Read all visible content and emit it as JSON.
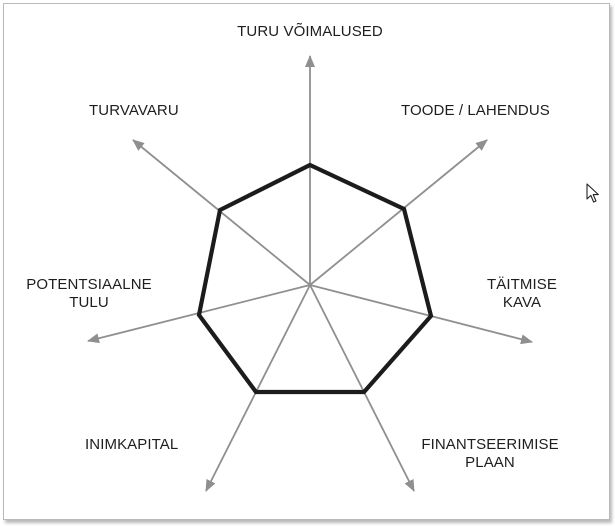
{
  "diagram": {
    "type": "radar",
    "axes": [
      {
        "id": "turu",
        "lines": [
          "TURU VÕIMALUSED"
        ]
      },
      {
        "id": "toode",
        "lines": [
          "TOODE / LAHENDUS"
        ]
      },
      {
        "id": "taitmise",
        "lines": [
          "TÄITMISE",
          "KAVA"
        ]
      },
      {
        "id": "finants",
        "lines": [
          "FINANTSEERIMISE",
          "PLAAN"
        ]
      },
      {
        "id": "inimkapital",
        "lines": [
          "INIMKAPITAL"
        ]
      },
      {
        "id": "potentsiaalne",
        "lines": [
          "POTENTSIAALNE",
          "TULU"
        ]
      },
      {
        "id": "turvavaru",
        "lines": [
          "TURVAVARU"
        ]
      }
    ],
    "colors": {
      "axis": "#8f8f8f",
      "polygon": "#1c1c1c",
      "frame": "#b9b9b9",
      "text": "#1e1e1e"
    }
  },
  "cursor": {
    "icon": "mouse-pointer-icon"
  }
}
